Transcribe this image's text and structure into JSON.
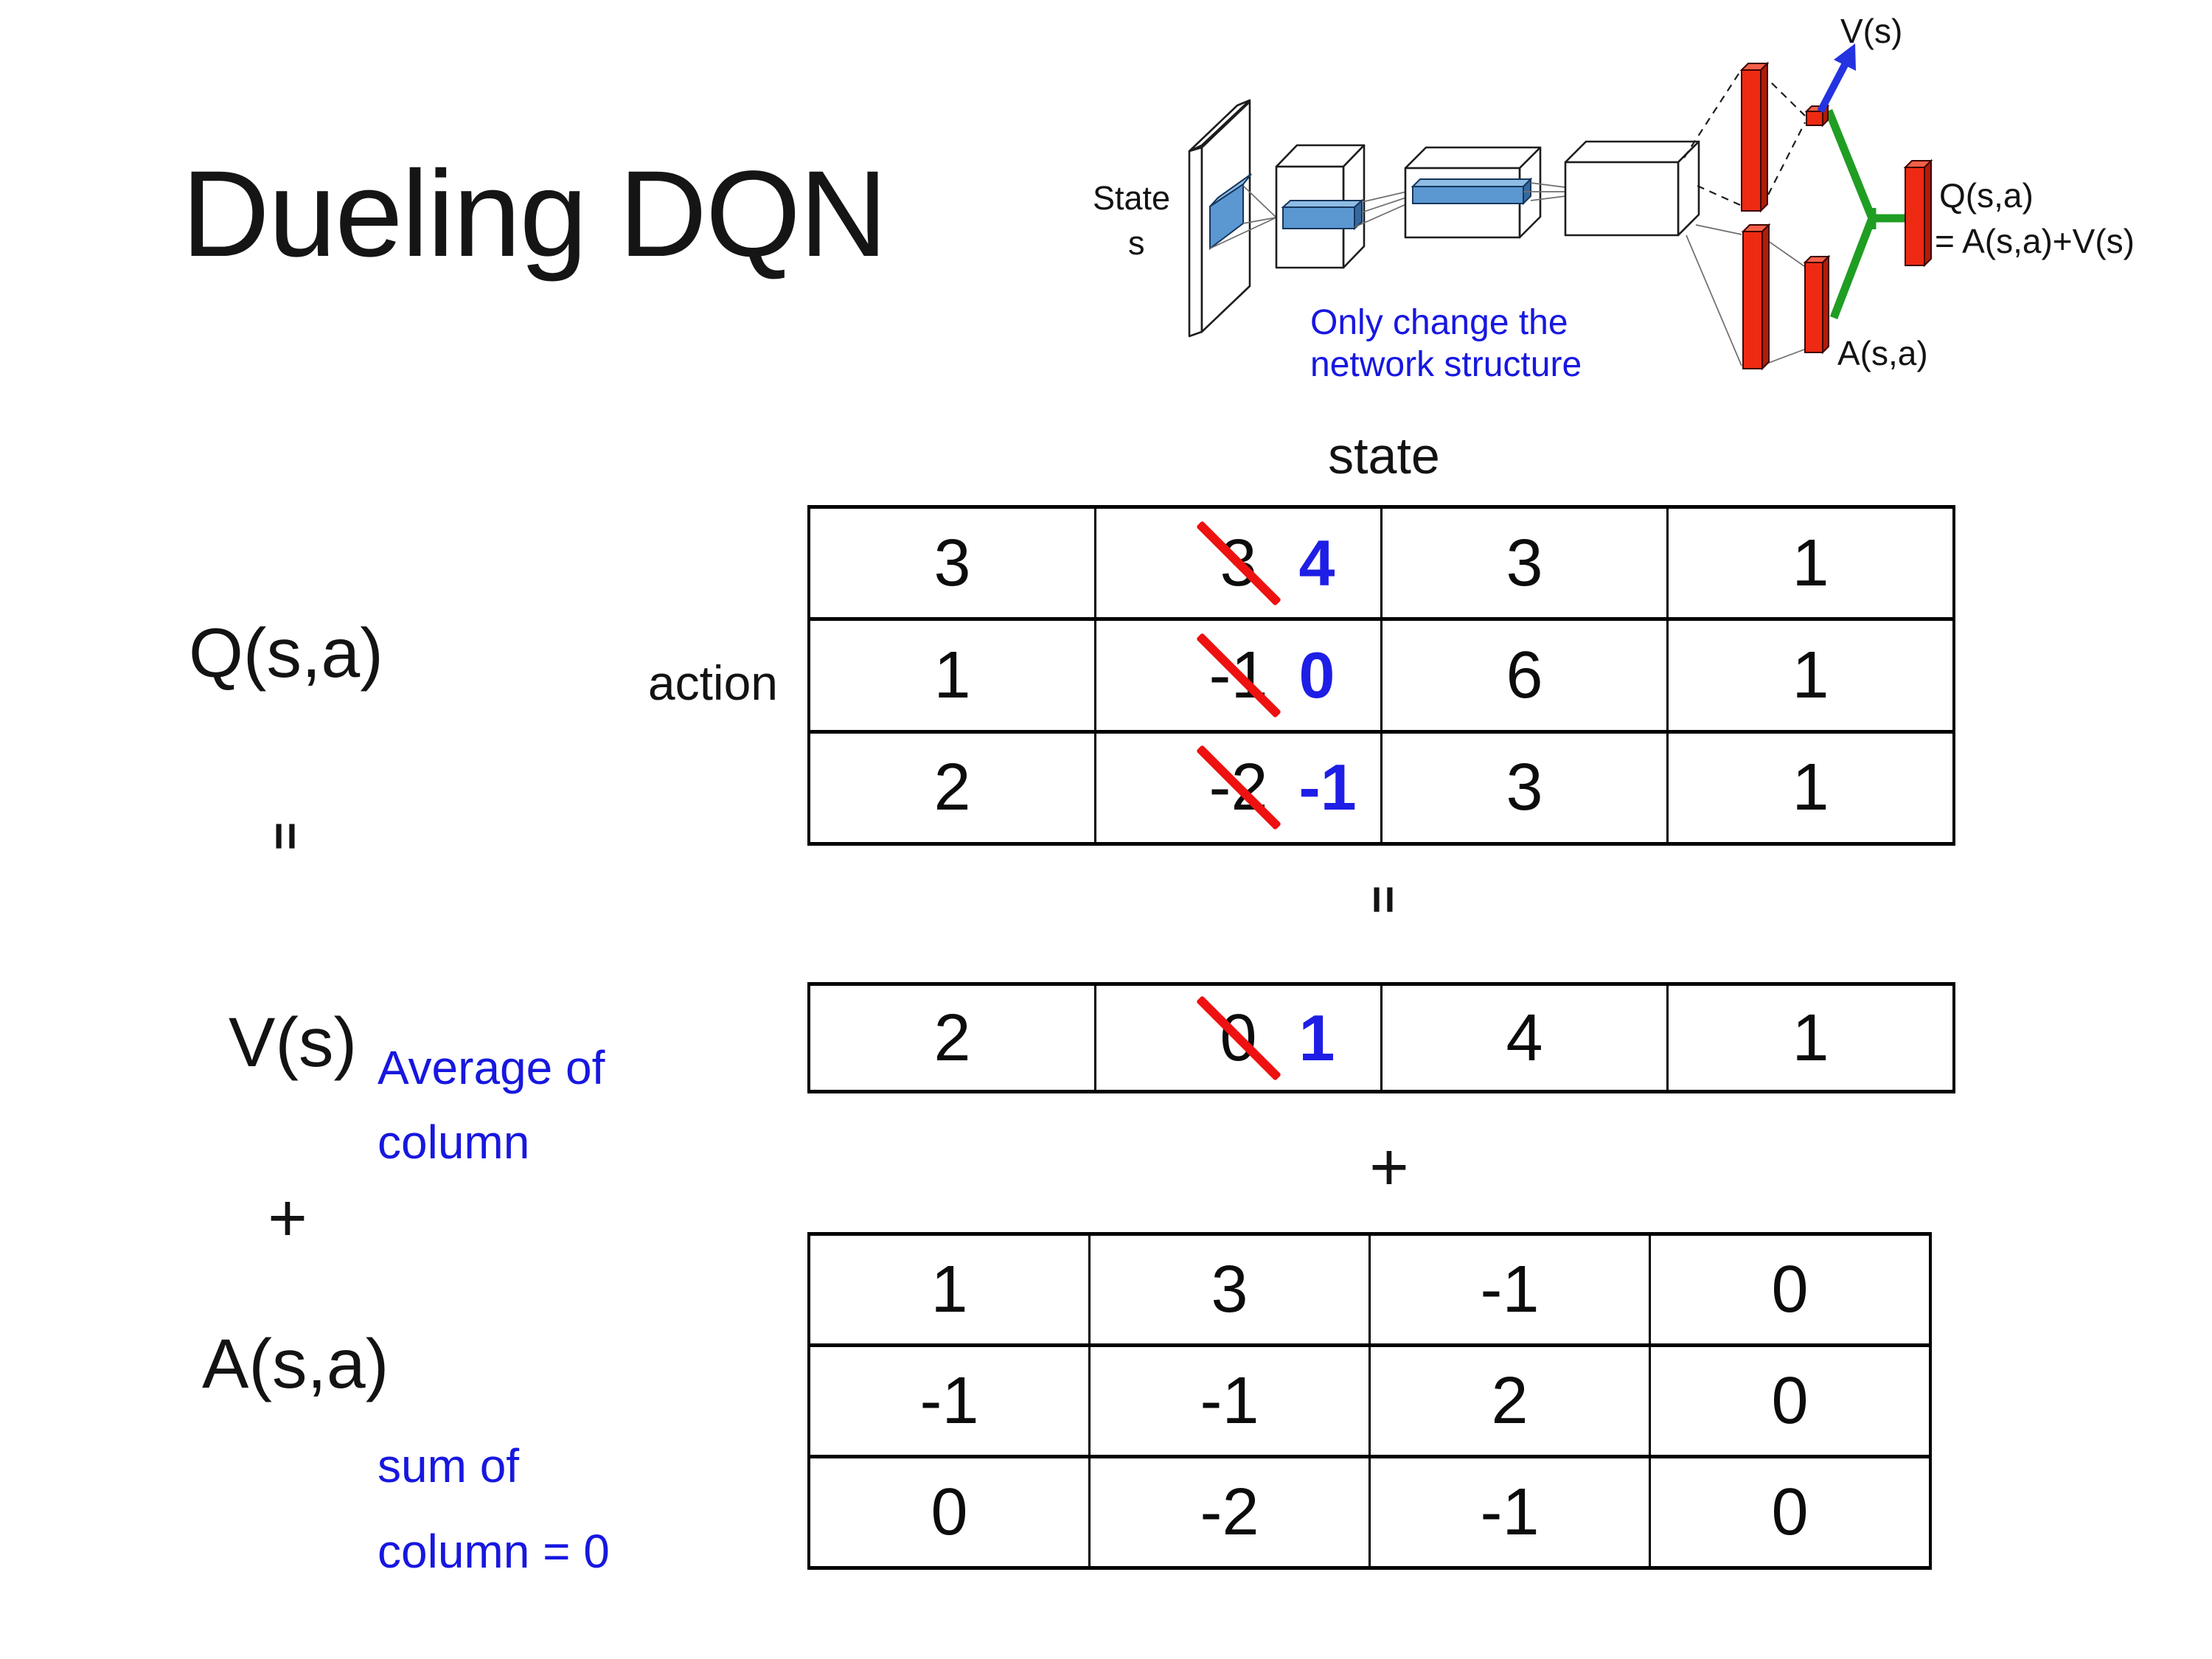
{
  "slide": {
    "title": "Dueling DQN"
  },
  "colors": {
    "ink": "#111111",
    "blue_note": "#1717e0",
    "blue_value": "#1e1ee6",
    "strike_red": "#ee1111",
    "bar_red": "#ee2a12",
    "bar_red_dark": "#b01c09",
    "bar_red_light": "#f4604a",
    "slab_blue": "#5b97d1",
    "slab_blue_light": "#8fbce4",
    "slab_blue_dark": "#34699e",
    "green": "#1f9e23",
    "arrow_blue": "#2433e0"
  },
  "network": {
    "state_label": "State",
    "state_sub": "s",
    "v_out": "V(s)",
    "q_out": "Q(s,a)",
    "q_formula": "= A(s,a)+V(s)",
    "a_out": "A(s,a)",
    "note1": "Only change the",
    "note2": "network structure"
  },
  "equation": {
    "q_label": "Q(s,a)",
    "eq_left": "=",
    "v_label": "V(s)",
    "plus_left": "+",
    "a_label": "A(s,a)",
    "avg1": "Average of",
    "avg2": "column",
    "sum1": "sum of",
    "sum2": "column = 0",
    "eq_center": "=",
    "plus_center": "+",
    "state_header": "state",
    "action_header": "action"
  },
  "q_table": {
    "rows": [
      {
        "cells": [
          {
            "text": "3"
          },
          {
            "old": "3",
            "new": "4"
          },
          {
            "text": "3"
          },
          {
            "text": "1"
          }
        ]
      },
      {
        "cells": [
          {
            "text": "1"
          },
          {
            "old": "-1",
            "new": "0"
          },
          {
            "text": "6"
          },
          {
            "text": "1"
          }
        ]
      },
      {
        "cells": [
          {
            "text": "2"
          },
          {
            "old": "-2",
            "new": "-1"
          },
          {
            "text": "3"
          },
          {
            "text": "1"
          }
        ]
      }
    ]
  },
  "v_table": {
    "rows": [
      {
        "cells": [
          {
            "text": "2"
          },
          {
            "old": "0",
            "new": "1"
          },
          {
            "text": "4"
          },
          {
            "text": "1"
          }
        ]
      }
    ]
  },
  "a_table": {
    "rows": [
      {
        "cells": [
          {
            "text": "1"
          },
          {
            "text": "3"
          },
          {
            "text": "-1"
          },
          {
            "text": "0"
          }
        ]
      },
      {
        "cells": [
          {
            "text": "-1"
          },
          {
            "text": "-1"
          },
          {
            "text": "2"
          },
          {
            "text": "0"
          }
        ]
      },
      {
        "cells": [
          {
            "text": "0"
          },
          {
            "text": "-2"
          },
          {
            "text": "-1"
          },
          {
            "text": "0"
          }
        ]
      }
    ]
  }
}
